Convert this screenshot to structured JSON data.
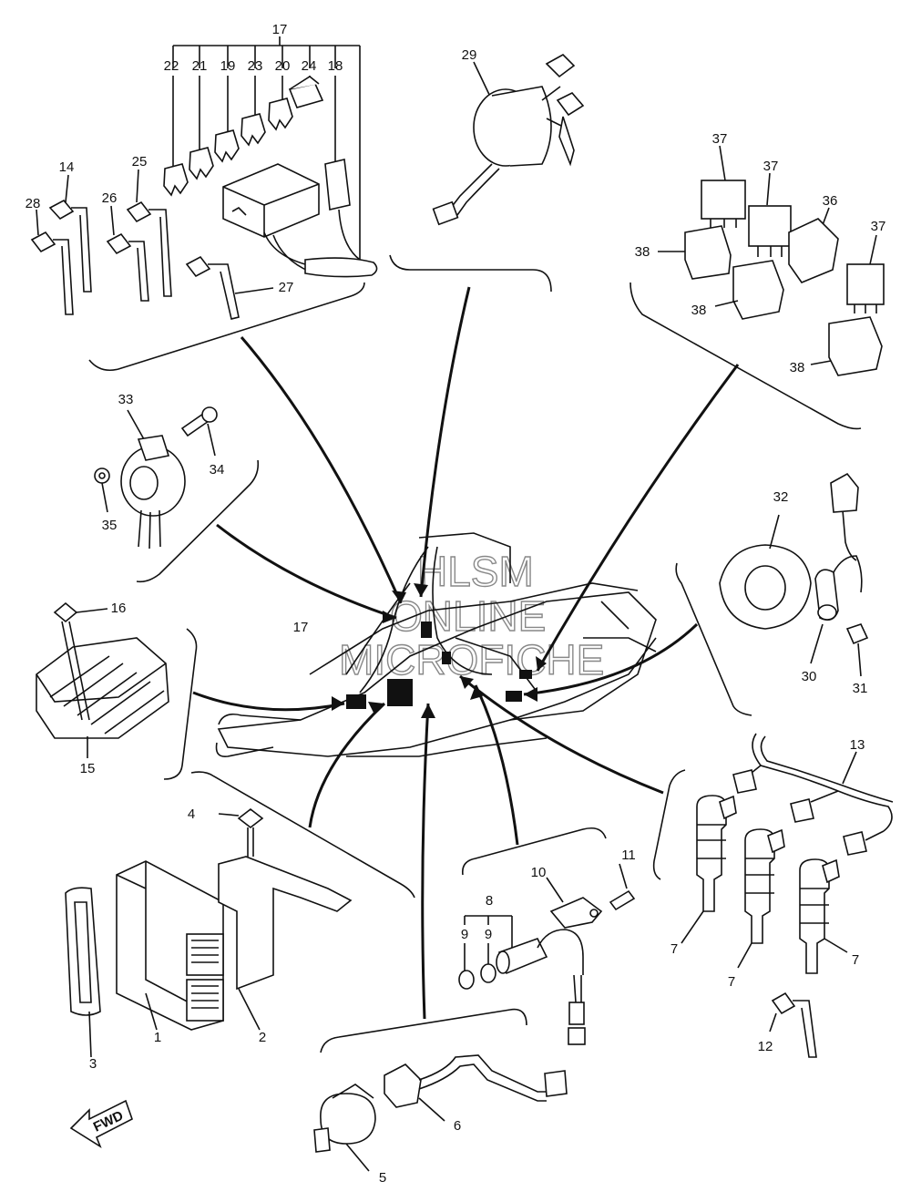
{
  "watermark": {
    "line1": "HLSM",
    "line2": "ONLINE",
    "line3": "MICROFICHE"
  },
  "fwd_label": "FWD",
  "callouts": {
    "c1": "1",
    "c2": "2",
    "c3": "3",
    "c4": "4",
    "c5": "5",
    "c6": "6",
    "c7a": "7",
    "c7b": "7",
    "c7c": "7",
    "c8": "8",
    "c9a": "9",
    "c9b": "9",
    "c10": "10",
    "c11": "11",
    "c12": "12",
    "c13": "13",
    "c14": "14",
    "c15": "15",
    "c16": "16",
    "c17top": "17",
    "c17mid": "17",
    "c18": "18",
    "c19": "19",
    "c20": "20",
    "c21": "21",
    "c22": "22",
    "c23": "23",
    "c24": "24",
    "c25": "25",
    "c26": "26",
    "c27": "27",
    "c28": "28",
    "c29": "29",
    "c30": "30",
    "c31": "31",
    "c32": "32",
    "c33": "33",
    "c34": "34",
    "c35": "35",
    "c36": "36",
    "c37a": "37",
    "c37b": "37",
    "c37c": "37",
    "c38a": "38",
    "c38b": "38",
    "c38c": "38"
  }
}
